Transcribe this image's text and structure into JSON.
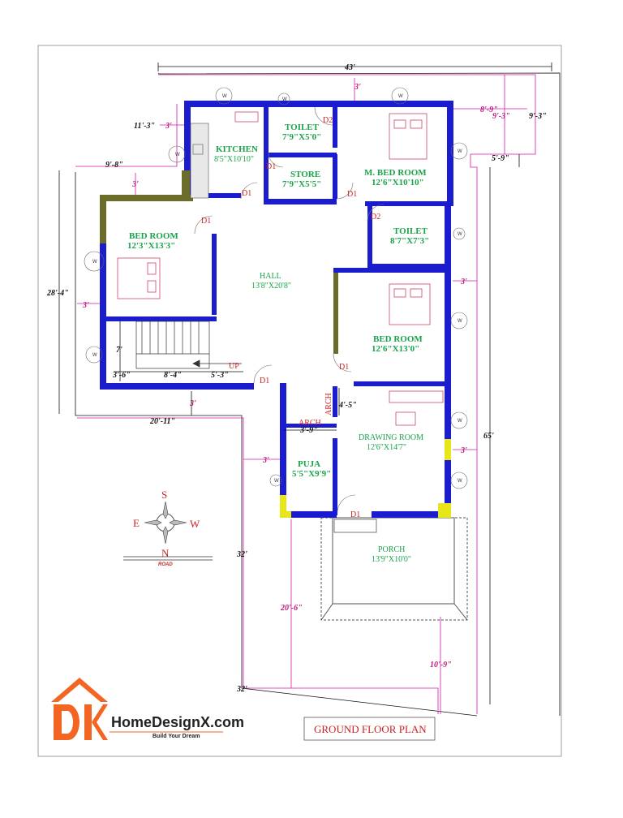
{
  "title": "GROUND FLOOR PLAN",
  "brand": {
    "letters": "DK",
    "name": "HomeDesignX.com",
    "tagline": "Build Your Dream"
  },
  "rooms": {
    "kitchen": {
      "name": "KITCHEN",
      "size": "8'5\"X10'10\""
    },
    "toilet1": {
      "name": "TOILET",
      "size": "7'9\"X5'0\""
    },
    "store": {
      "name": "STORE",
      "size": "7'9\"X5'5\""
    },
    "mbed": {
      "name": "M. BED ROOM",
      "size": "12'6\"X10'10\""
    },
    "bed1": {
      "name": "BED ROOM",
      "size": "12'3\"X13'3\""
    },
    "hall": {
      "name": "HALL",
      "size": "13'8\"X20'8\""
    },
    "toilet2": {
      "name": "TOILET",
      "size": "8'7\"X7'3\""
    },
    "bed2": {
      "name": "BED ROOM",
      "size": "12'6\"X13'0\""
    },
    "drawing": {
      "name": "DRAWING ROOM",
      "size": "12'6\"X14'7\""
    },
    "puja": {
      "name": "PUJA",
      "size": "5'5\"X9'9\""
    },
    "porch": {
      "name": "PORCH",
      "size": "13'9\"X10'0\""
    }
  },
  "doors": {
    "d2a": "D2",
    "d1a": "D1",
    "d1b": "D1",
    "d1c": "D1",
    "d1d": "D1",
    "d2b": "D2",
    "d1e": "D1",
    "d1f": "D1",
    "d1g": "D1"
  },
  "arch": {
    "a1": "ARCH",
    "a2": "ARCH"
  },
  "stair_up": "UP",
  "window_mark": "W",
  "dims": {
    "top": "43'",
    "top_3": "3'",
    "left_11_3": "11'-3\"",
    "kitchen_3": "3'",
    "left_9_8": "9'-8\"",
    "left_3a": "3'",
    "left_28_4": "28'-4\"",
    "left_3b": "3'",
    "stair_7": "7'",
    "stair_3_6": "3'-6\"",
    "stair_8_4": "8'-4\"",
    "stair_5_3": "5'-3\"",
    "below_3": "3'",
    "w_20_11": "20'-11\"",
    "right_8_9": "8'-9\"",
    "right_9_3a": "9'-3\"",
    "right_9_3b": "9'-3\"",
    "right_5_9": "5'-9\"",
    "right_3a": "3'",
    "right_3b": "3'",
    "arch_4_5": "4'-5\"",
    "puja_3_9": "3'-9\"",
    "puja_3": "3'",
    "right_65": "65'",
    "left_32": "32'",
    "porch_20_6": "20'-6\"",
    "porch_10_9": "10'-9\"",
    "bottom_32": "32'"
  },
  "compass": {
    "s": "S",
    "e": "E",
    "w": "W",
    "n": "N",
    "road": "ROAD"
  },
  "colors": {
    "wall": "#1c1ccf",
    "room_label": "#1aa34a",
    "door_label": "#cc2222",
    "dimension_accent": "#c0157a",
    "brand_orange": "#f26522"
  }
}
